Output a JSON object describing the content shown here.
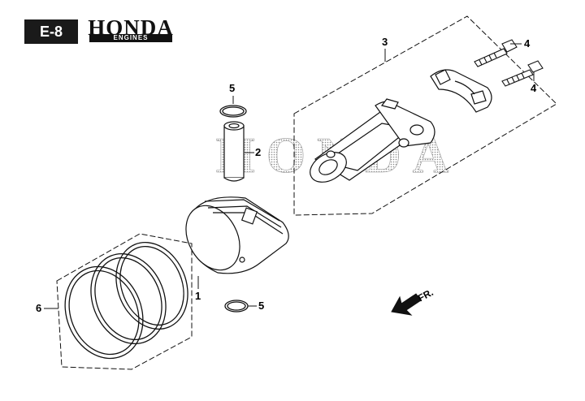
{
  "header": {
    "page_code": "E-8",
    "brand_name": "HONDA",
    "brand_subtitle": "ENGINES"
  },
  "watermark": {
    "text": "HONDA"
  },
  "callouts": [
    {
      "id": "1",
      "label": "1"
    },
    {
      "id": "2",
      "label": "2"
    },
    {
      "id": "3",
      "label": "3"
    },
    {
      "id": "4a",
      "label": "4"
    },
    {
      "id": "4b",
      "label": "4"
    },
    {
      "id": "5a",
      "label": "5"
    },
    {
      "id": "5b",
      "label": "5"
    },
    {
      "id": "6",
      "label": "6"
    }
  ],
  "direction_indicator": {
    "label": "FR."
  },
  "colors": {
    "ink": "#111111",
    "watermark": "#9a9a9a"
  }
}
